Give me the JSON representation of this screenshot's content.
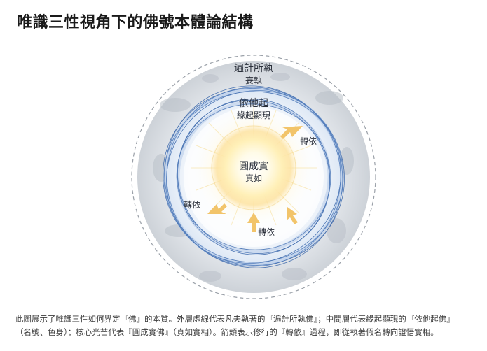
{
  "title": "唯識三性視角下的佛號本體論結構",
  "layers": {
    "outer": {
      "name": "遍計所執",
      "sub": "妄執"
    },
    "middle": {
      "name": "依他起",
      "sub": "緣起顯現"
    },
    "core": {
      "name": "圓成實",
      "sub": "真如"
    }
  },
  "arrows": {
    "right": "轉依",
    "left": "轉依",
    "bottom": "轉依"
  },
  "caption": {
    "line1": "此圖展示了唯識三性如何界定『佛』的本質。外層虛線代表凡夫執著的『遍計所執佛』；中間層代表緣起顯現的『依他起佛』",
    "line2": "（名號、色身）；核心光芒代表『圓成實佛』（真如實相）。箭頭表示修行的『轉依』過程，即從執著假名轉向證悟實相。"
  },
  "colors": {
    "outer_fill": "#dfe3e8",
    "ring_blue": "#2f5fa8",
    "core_glow": "#fff3c4",
    "arrow": "#f2c46a"
  }
}
